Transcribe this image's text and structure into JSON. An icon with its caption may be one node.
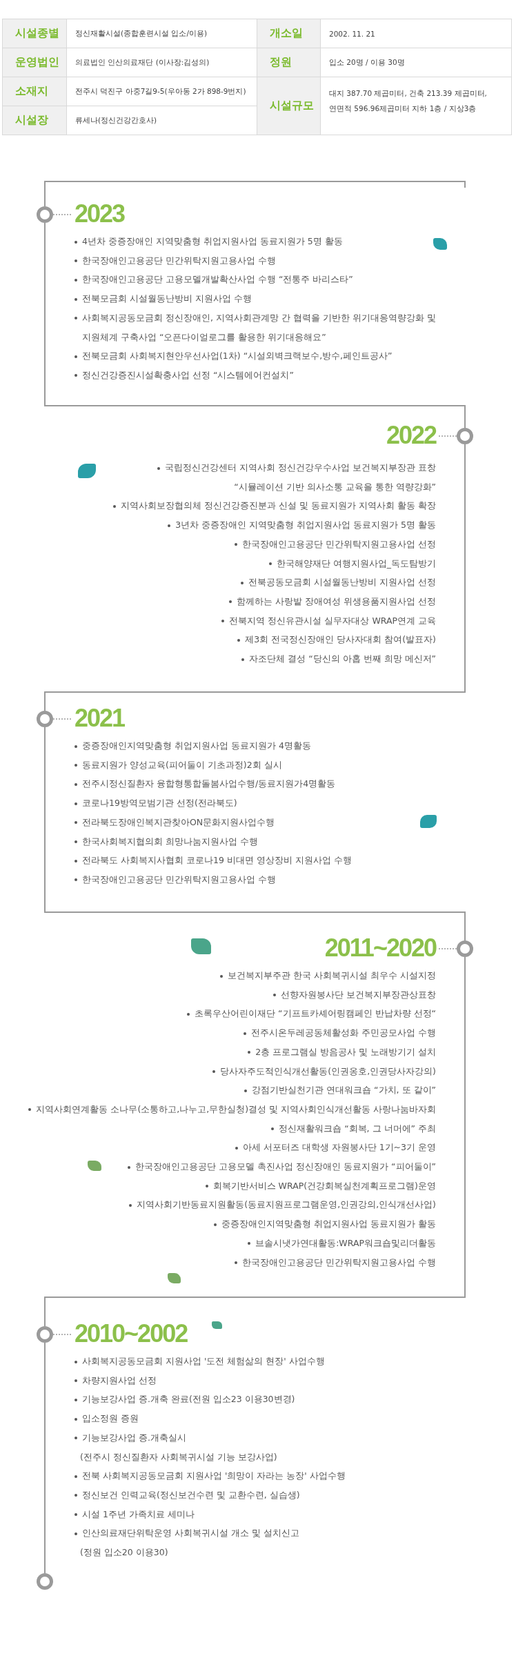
{
  "diagram": {
    "nodes": [
      {
        "text": [],
        "shape": "circle",
        "beside": [
          "4년차 중증장애인 지역맞춤형 취업지원사업 동료지원가 5명 활동",
          "한국장애인고용공단 민간위탁지원고용사업 수행",
          "한국장애인고용공단 고용모델개발확산사업 수행 “전통주 바리스타”",
          "전북모금회 시설월동난방비 지원사업 수행",
          "사회복지공동모금회 정신장애인, 지역사회관계망 간 협력을 기반한 위기대응역량강화 및 지원체계 구축사업 “오픈다이얼로그를 활용한 위기대응해요”",
          "전북모금회 사회복지현안우선사업(1차) “시설외벽크랙보수,방수,페인트공사”",
          "정신건강증진시설확충사업 선정 “시스템에어컨설치”"
        ]
      },
      {
        "text": [
          "2023"
        ]
      },
      {
        "text": [],
        "shape": "circle",
        "beside": [
          "국립정신건강센터 지역사회 정신건강우수사업 보건복지부장관 표창 “시뮬레이션 기반 의사소통 교육을 통한 역량강화”",
          "지역사회보장협의체 정신건강증진분과 신설 및 동료지원가 지역사회 활동 확장",
          "3년차 중증장애인 지역맞춤형 취업지원사업 동료지원가 5명 활동",
          "한국장애인고용공단 민간위탁지원고용사업 선정",
          "한국해양재단 여행지원사업_독도탐방기",
          "전북공동모금회 시설월동난방비 지원사업 선정",
          "함께하는 사랑밭 장애여성 위생용품지원사업 선정",
          "전북지역 정신유관시설 실무자대상 WRAP연계 교육",
          "제3회 전국정신장애인 당사자대회 참여(발표자)",
          "자조단체 결성 “당신의 아홉 번째 희망 메신저”"
        ]
      },
      {
        "text": [
          "2022"
        ]
      },
      {
        "text": [],
        "shape": "circle",
        "beside": [
          "중증장애인지역맞춤형 취업지원사업 동료지원가 4명활동",
          "동료지원가 양성교육(피어둘이 기초과정)2회 실시",
          "전주시정신질환자 융합형통합돌봄사업수행/동료지원가4명활동",
          "코로나19방역모범기관 선정(전라북도)",
          "전라북도장애인복지관찾아ON문화지원사업수행",
          "한국사회복지협의회 희망나눔지원사업 수행",
          "전라북도 사회복지사협회 코로나19 비대면 영상장비 지원사업 수행",
          "한국장애인고용공단 민간위탁지원고용사업 수행"
        ]
      },
      {
        "text": [
          "2021"
        ]
      },
      {
        "text": [],
        "shape": "circle",
        "beside": [
          "보건복지부주관 한국 사회복귀시설 최우수 시설지정",
          "선향자원봉사단 보건복지부장관상표창",
          "초록우산어린이재단 “기프트카셰어링캠페인 반납차량 선정“",
          "전주시온두레공동체활성화 주민공모사업 수행",
          "2층 프로그램실 방음공사 및 노래방기기 설치",
          "당사자주도적인식개선활동(인권옹호,인권당사자강의)",
          "강점기반실천기관 연대워크숍 “가치, 또 같이”",
          "지역사회연계활동 소나무(소통하고,나누고,무한실청)결성 및 지역사회인식개선활동 사랑나눔바자회",
          "정신재활워크숍 “회복, 그 너머에” 주최",
          "아세 서포터즈 대학생 자원봉사단 1기~3기 운영",
          "한국장애인고용공단 고용모델 촉진사업 정신장애인 동료지원가 “피어둘이”",
          "회복기반서비스 WRAP(건강회복실천계획프로그램)운영",
          "지역사회기반동료지원활동(동료지원프로그램운영,인권강의,인식개선사업)",
          "중증장애인지역맞춤형 취업지원사업 동료지원가 활동",
          "브솔시냇가연대활동:WRAP워크숍및리더활동",
          "한국장애인고용공단 민간위탁지원고용사업 수행"
        ]
      },
      {
        "text": [
          "2011~2020"
        ]
      },
      {
        "text": [],
        "shape": "circle",
        "beside": [
          "사회복지공동모금회 지원사업 '도전 체험삶의 현장' 사업수행",
          "차량지원사업 선정",
          "기능보강사업 증.개축 완료(전원 입소23 이용30변경)",
          "입소정원 증원",
          "기능보강사업 증.개축실시",
          "(전주시 정신질환자 사회복귀시설 기능 보강사업)",
          "전북 사회복지공동모금회 지원사업 '희망이 자라는 농장' 사업수행",
          "정신보건 인력교육(정신보건수련 및 교환수련, 실습생)",
          "시설 1주년 가족치료 세미나",
          "인산의료재단위탁운영 사회복귀시설 개소 및 설치신고",
          "(정원 입소20 이용30)"
        ]
      },
      {
        "text": [
          "2010~2002"
        ]
      },
      {
        "text": [],
        "shape": "circle"
      }
    ],
    "edges": [
      {
        "from": null,
        "to": 0,
        "arrow": "none"
      },
      {
        "from": 0,
        "to": 1,
        "arrow": "none",
        "style": "dashed"
      },
      {
        "from": 0,
        "to": 2,
        "arrow": "none"
      },
      {
        "from": 2,
        "to": 3,
        "arrow": "none",
        "style": "dashed"
      },
      {
        "from": 2,
        "to": 4,
        "arrow": "none"
      },
      {
        "from": 4,
        "to": 5,
        "arrow": "none",
        "style": "dashed"
      },
      {
        "from": 4,
        "to": 6,
        "arrow": "none"
      },
      {
        "from": 6,
        "to": 7,
        "arrow": "none",
        "style": "dashed"
      },
      {
        "from": 6,
        "to": 8,
        "arrow": "none"
      },
      {
        "from": 8,
        "to": 9,
        "arrow": "none",
        "style": "dashed"
      },
      {
        "from": 8,
        "to": 10,
        "arrow": "none"
      }
    ],
    "labels": [
      "시설종별",
      "정신재활시설(종합훈련시설 입소/이용)",
      "개소일",
      "2002. 11. 21",
      "운영법인",
      "의료법인 인산의료재단 (이사장:김성의)",
      "정원",
      "입소 20명 / 이용 30명",
      "소재지",
      "전주시 덕진구 아중7길9-5(우아동 2가 898-9번지)",
      "시설규모",
      "대지 387.70 제곱미터, 건축 213.39 제곱미터, 연면적 596.96제곱미터 지하 1층 / 지상3층",
      "시설장",
      "류세나(정신건강간호사)"
    ]
  }
}
